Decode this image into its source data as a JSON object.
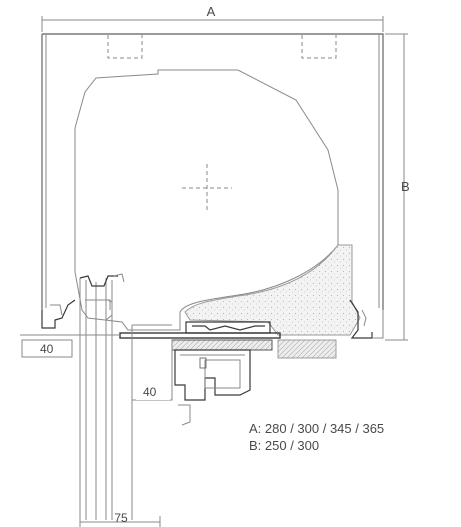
{
  "labels": {
    "dim_a": "A",
    "dim_b": "B",
    "left_offset": "40",
    "lower_offset": "40",
    "bottom_width": "75"
  },
  "spec": {
    "a_line": "A: 280 / 300 / 345 / 365",
    "b_line": "B: 250 / 300"
  }
}
